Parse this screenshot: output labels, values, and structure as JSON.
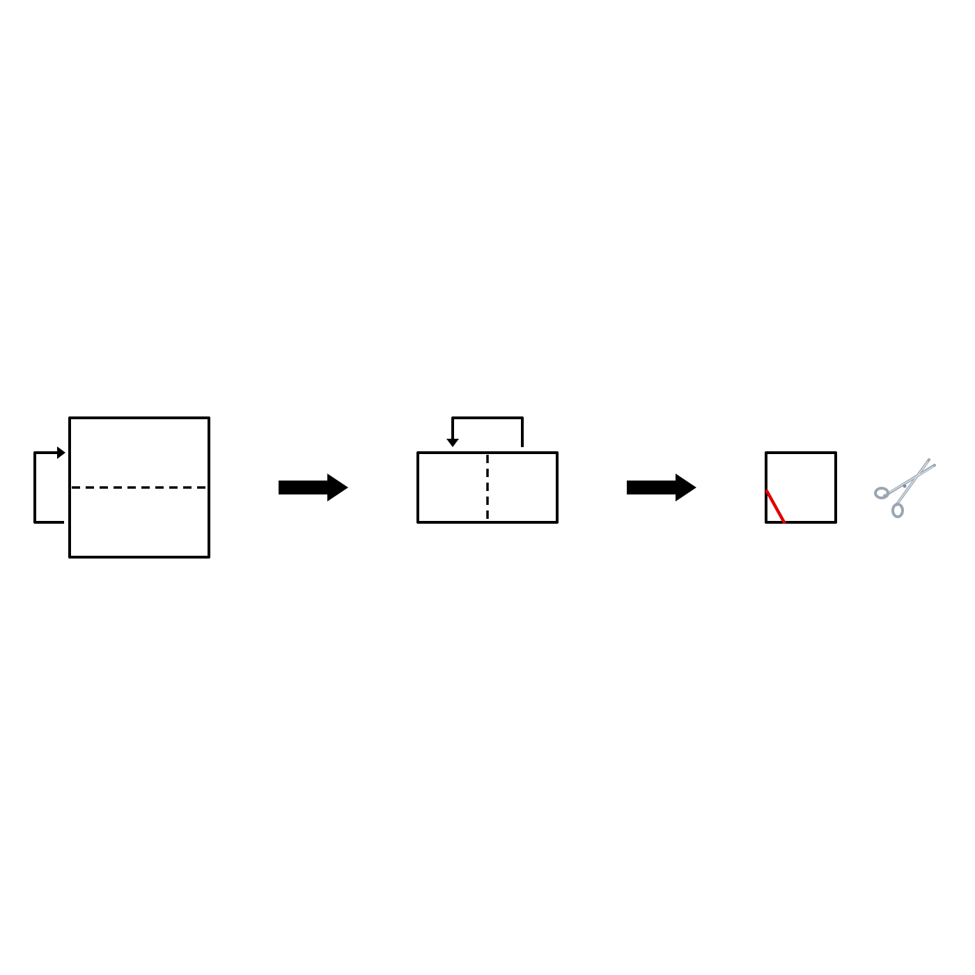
{
  "diagram": {
    "steps": [
      {
        "id": "step-1",
        "fold": "horizontal-midline",
        "fold_direction": "bottom-to-top"
      },
      {
        "id": "step-2",
        "fold": "vertical-midline",
        "fold_direction": "right-to-left"
      },
      {
        "id": "step-3",
        "cut": "diagonal-corner-cut",
        "cut_location": "bottom-left-corner"
      }
    ],
    "transitions": 2,
    "icons": [
      "curved-fold-arrow-icon",
      "step-arrow-icon",
      "scissors-icon"
    ],
    "colors": {
      "outline": "#000000",
      "cut_line": "#e00000",
      "scissors": "#9aa6b2"
    }
  }
}
